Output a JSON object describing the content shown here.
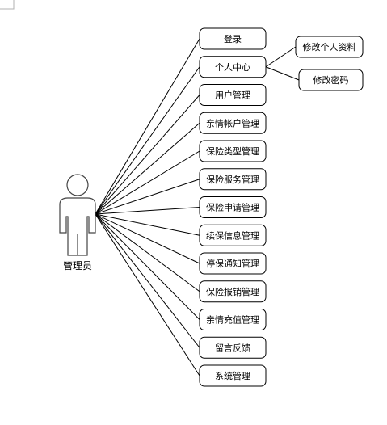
{
  "actor": {
    "label": "管理员"
  },
  "functions": [
    {
      "label": "登录"
    },
    {
      "label": "个人中心"
    },
    {
      "label": "用户管理"
    },
    {
      "label": "亲情帐户管理"
    },
    {
      "label": "保险类型管理"
    },
    {
      "label": "保险服务管理"
    },
    {
      "label": "保险申请管理"
    },
    {
      "label": "续保信息管理"
    },
    {
      "label": "停保通知管理"
    },
    {
      "label": "保险报销管理"
    },
    {
      "label": "亲情充值管理"
    },
    {
      "label": "留言反馈"
    },
    {
      "label": "系统管理"
    }
  ],
  "sub_functions": [
    {
      "label": "修改个人资料",
      "parent": 1
    },
    {
      "label": "修改密码",
      "parent": 1
    }
  ]
}
